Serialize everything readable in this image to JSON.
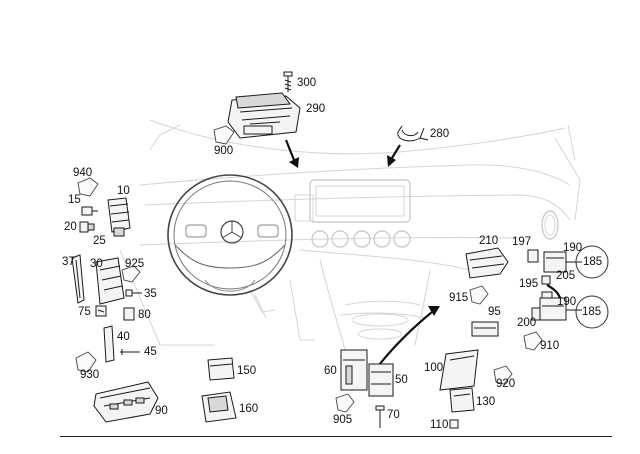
{
  "diagram": {
    "labels": [
      {
        "id": "300",
        "text": "300"
      },
      {
        "id": "290",
        "text": "290"
      },
      {
        "id": "280",
        "text": "280"
      },
      {
        "id": "900",
        "text": "900"
      },
      {
        "id": "940",
        "text": "940"
      },
      {
        "id": "10",
        "text": "10"
      },
      {
        "id": "15",
        "text": "15"
      },
      {
        "id": "20",
        "text": "20"
      },
      {
        "id": "25",
        "text": "25"
      },
      {
        "id": "37",
        "text": "37"
      },
      {
        "id": "30",
        "text": "30"
      },
      {
        "id": "925",
        "text": "925"
      },
      {
        "id": "35",
        "text": "35"
      },
      {
        "id": "75",
        "text": "75"
      },
      {
        "id": "80",
        "text": "80"
      },
      {
        "id": "40",
        "text": "40"
      },
      {
        "id": "45",
        "text": "45"
      },
      {
        "id": "930",
        "text": "930"
      },
      {
        "id": "90",
        "text": "90"
      },
      {
        "id": "150",
        "text": "150"
      },
      {
        "id": "160",
        "text": "160"
      },
      {
        "id": "60",
        "text": "60"
      },
      {
        "id": "50",
        "text": "50"
      },
      {
        "id": "905",
        "text": "905"
      },
      {
        "id": "70",
        "text": "70"
      },
      {
        "id": "210",
        "text": "210"
      },
      {
        "id": "915",
        "text": "915"
      },
      {
        "id": "95",
        "text": "95"
      },
      {
        "id": "197",
        "text": "197"
      },
      {
        "id": "190a",
        "text": "190"
      },
      {
        "id": "185a",
        "text": "185"
      },
      {
        "id": "205",
        "text": "205"
      },
      {
        "id": "195",
        "text": "195"
      },
      {
        "id": "190b",
        "text": "190"
      },
      {
        "id": "185b",
        "text": "185"
      },
      {
        "id": "200",
        "text": "200"
      },
      {
        "id": "910",
        "text": "910"
      },
      {
        "id": "100",
        "text": "100"
      },
      {
        "id": "920",
        "text": "920"
      },
      {
        "id": "130",
        "text": "130"
      },
      {
        "id": "110",
        "text": "110"
      }
    ]
  }
}
